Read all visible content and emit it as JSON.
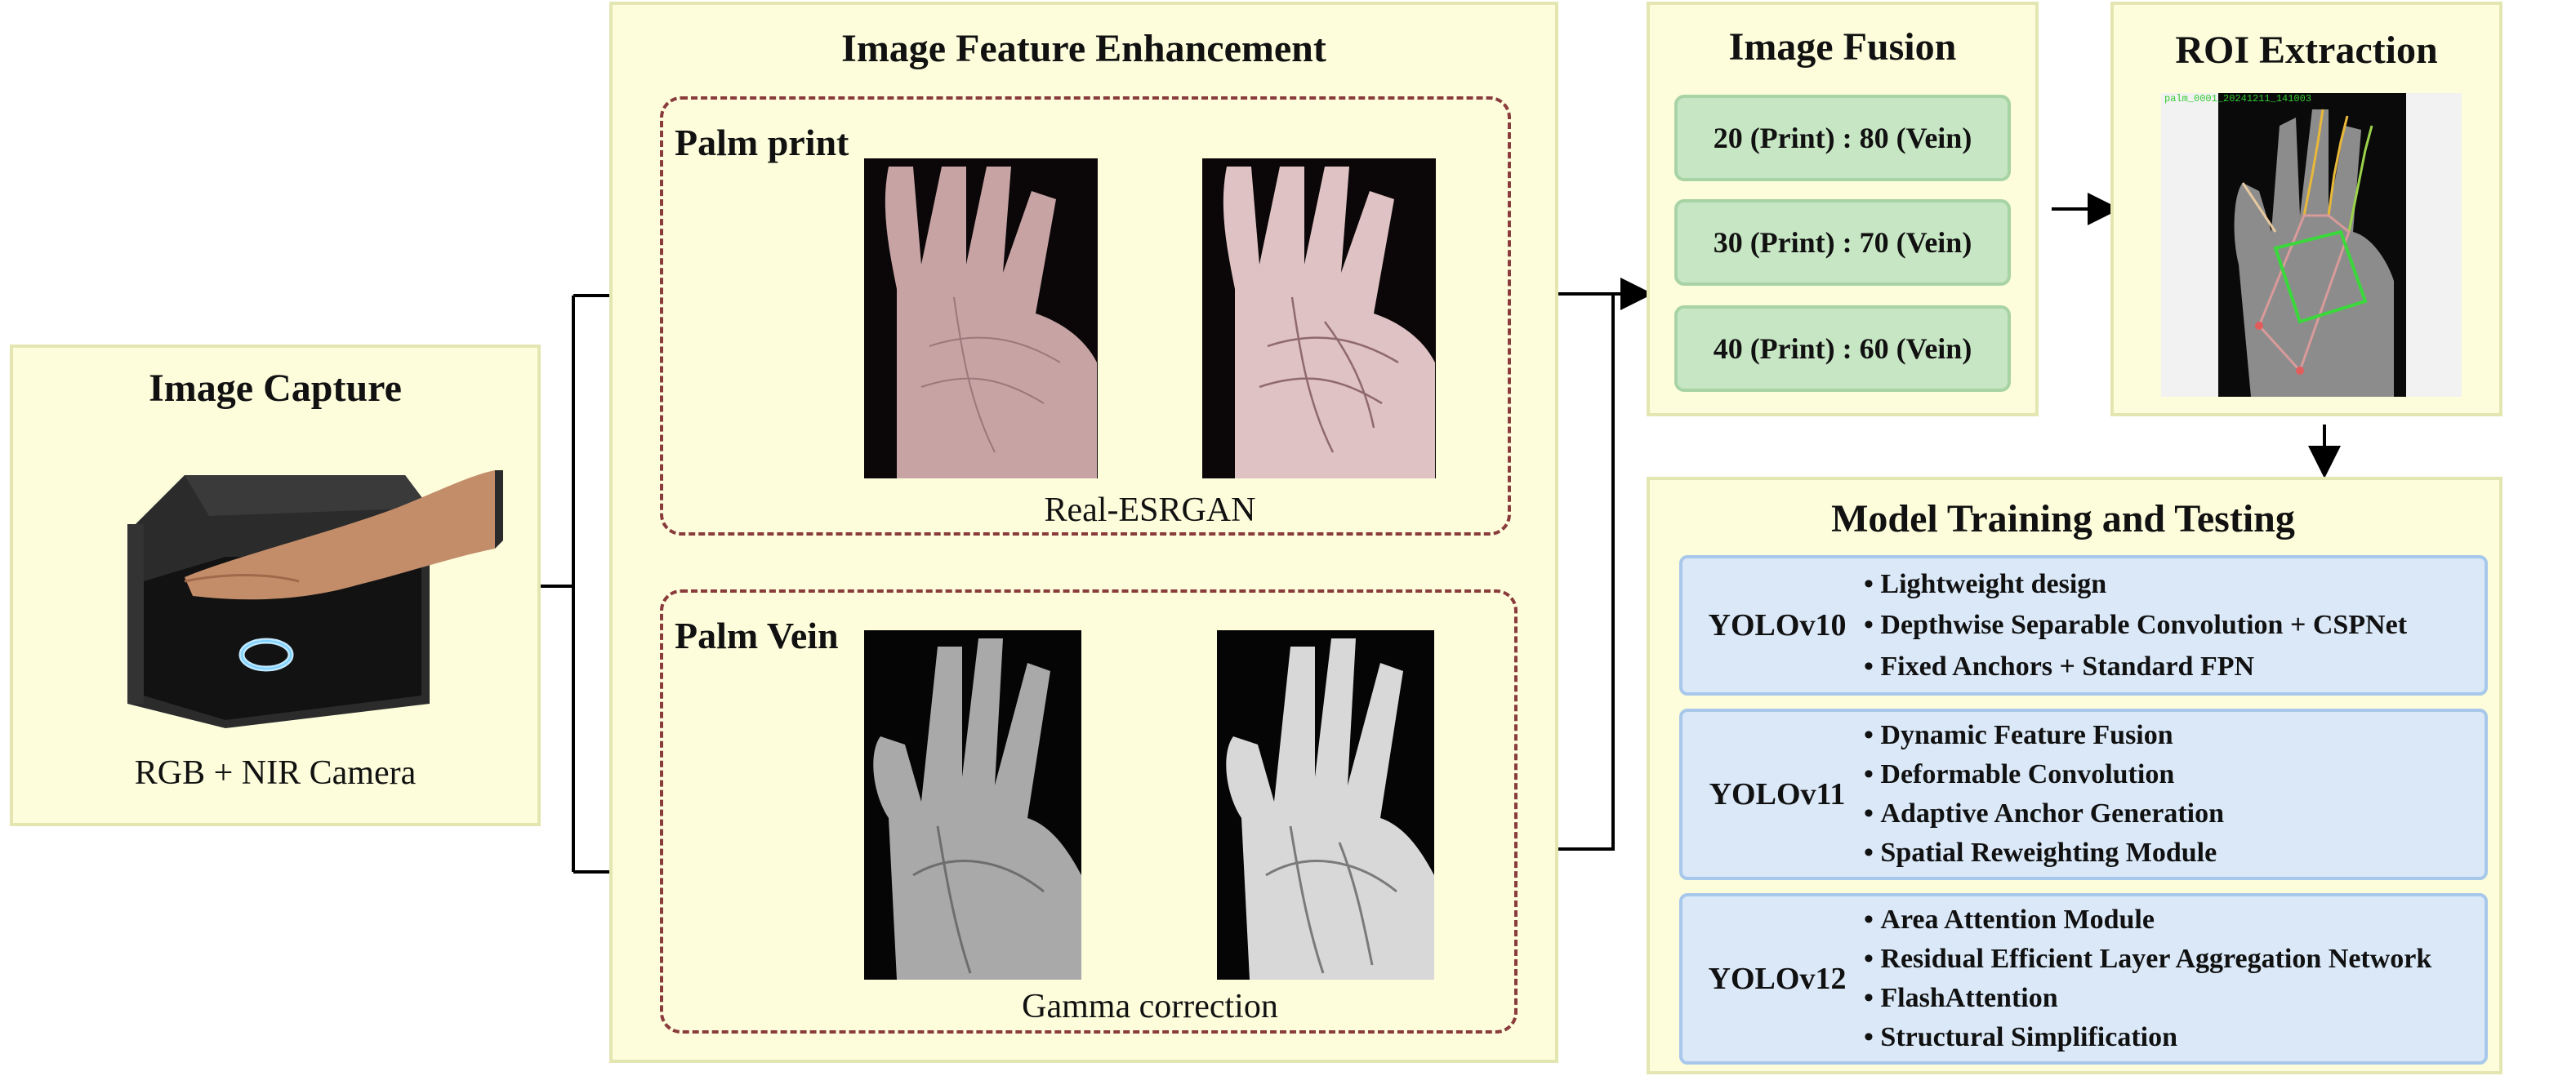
{
  "capture": {
    "title": "Image Capture",
    "caption": "RGB + NIR Camera"
  },
  "enhancement": {
    "title": "Image Feature Enhancement",
    "palm_print": {
      "label": "Palm print",
      "caption": "Real-ESRGAN"
    },
    "palm_vein": {
      "label": "Palm Vein",
      "caption": "Gamma correction"
    }
  },
  "fusion": {
    "title": "Image Fusion",
    "ratios": [
      "20 (Print) : 80 (Vein)",
      "30 (Print) : 70 (Vein)",
      "40 (Print) : 60 (Vein)"
    ]
  },
  "roi": {
    "title": "ROI Extraction",
    "overlay_text": "palm_0001_20241211_141003"
  },
  "training": {
    "title": "Model Training and Testing",
    "models": [
      {
        "name": "YOLOv10",
        "features": [
          "Lightweight design",
          "Depthwise Separable Convolution + CSPNet",
          "Fixed Anchors + Standard FPN"
        ]
      },
      {
        "name": "YOLOv11",
        "features": [
          "Dynamic Feature Fusion",
          "Deformable Convolution",
          "Adaptive Anchor Generation",
          "Spatial Reweighting Module"
        ]
      },
      {
        "name": "YOLOv12",
        "features": [
          "Area Attention Module",
          "Residual Efficient Layer Aggregation Network",
          "FlashAttention",
          "Structural Simplification"
        ]
      }
    ]
  },
  "colors": {
    "panel_fill": "#fdfddc",
    "panel_border": "#e4e6b2",
    "dashed_border": "#8a3b3b",
    "fusion_fill": "#c7e6c4",
    "model_fill": "#dae8f8",
    "arrow": "#000000"
  }
}
